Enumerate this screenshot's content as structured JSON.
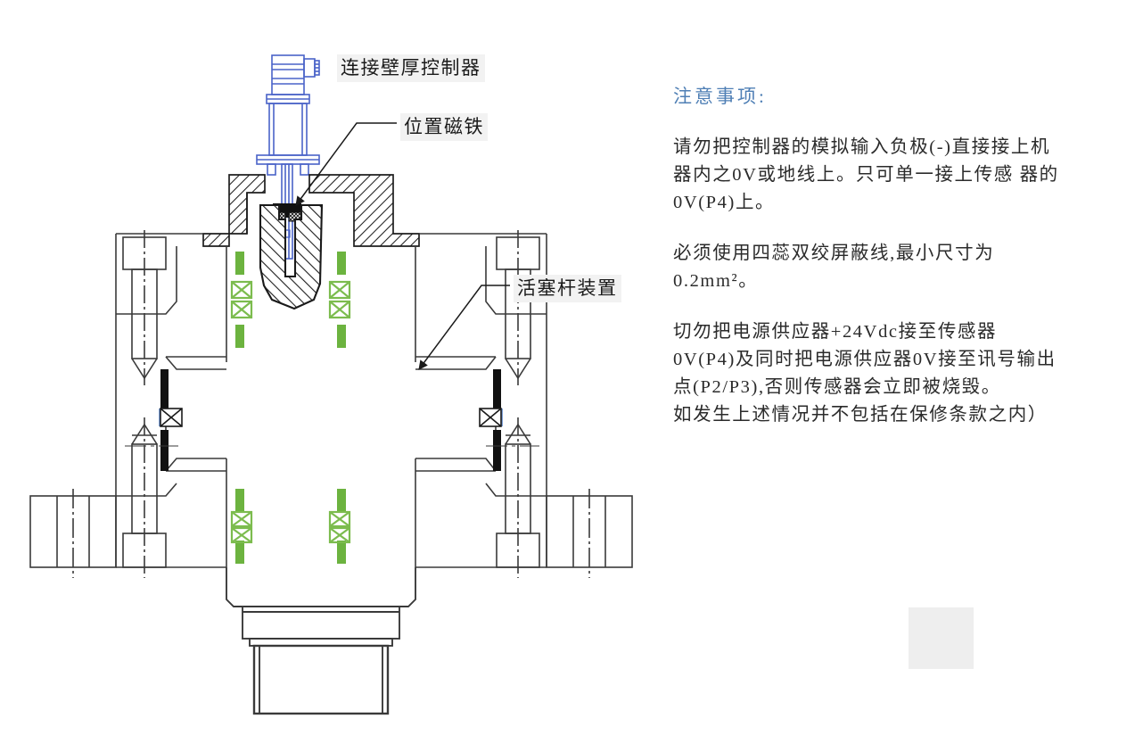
{
  "document": {
    "type": "engineering-cross-section-drawing",
    "subject": "hydraulic-cylinder-with-position-sensor"
  },
  "callouts": [
    {
      "id": "controller",
      "label": "连接壁厚控制器",
      "target": "top-connector-assembly"
    },
    {
      "id": "magnet",
      "label": "位置磁铁",
      "target": "position-magnet-seal"
    },
    {
      "id": "piston",
      "label": "活塞杆装置",
      "target": "piston-rod-assembly"
    }
  ],
  "notes": {
    "title": "注意事项:",
    "title_color": "#4f7fb5",
    "paragraphs": [
      "请勿把控制器的模拟输入负极(-)直接接上机\n器内之0V或地线上。只可单一接上传感 器的\n0V(P4)上。",
      "必须使用四蕊双绞屏蔽线,最小尺寸为\n0.2mm²。",
      "切勿把电源供应器+24Vdc接至传感器\n0V(P4)及同时把电源供应器0V接至讯号输出\n点(P2/P3),否则传感器会立即被烧毁。\n如发生上述情况并不包括在保修条款之内）"
    ]
  },
  "drawing_colors": {
    "outline": "#3a3a3a",
    "sensor_blue": "#4a63c8",
    "seal_green": "#6cb33f",
    "seal_black": "#111111",
    "seal_blue_fill": "#7d9fd6",
    "hatch": "#222222",
    "label_background": "#f2f2f2",
    "grey_block": "#eeeeee"
  },
  "grey_block": {
    "label": ""
  }
}
